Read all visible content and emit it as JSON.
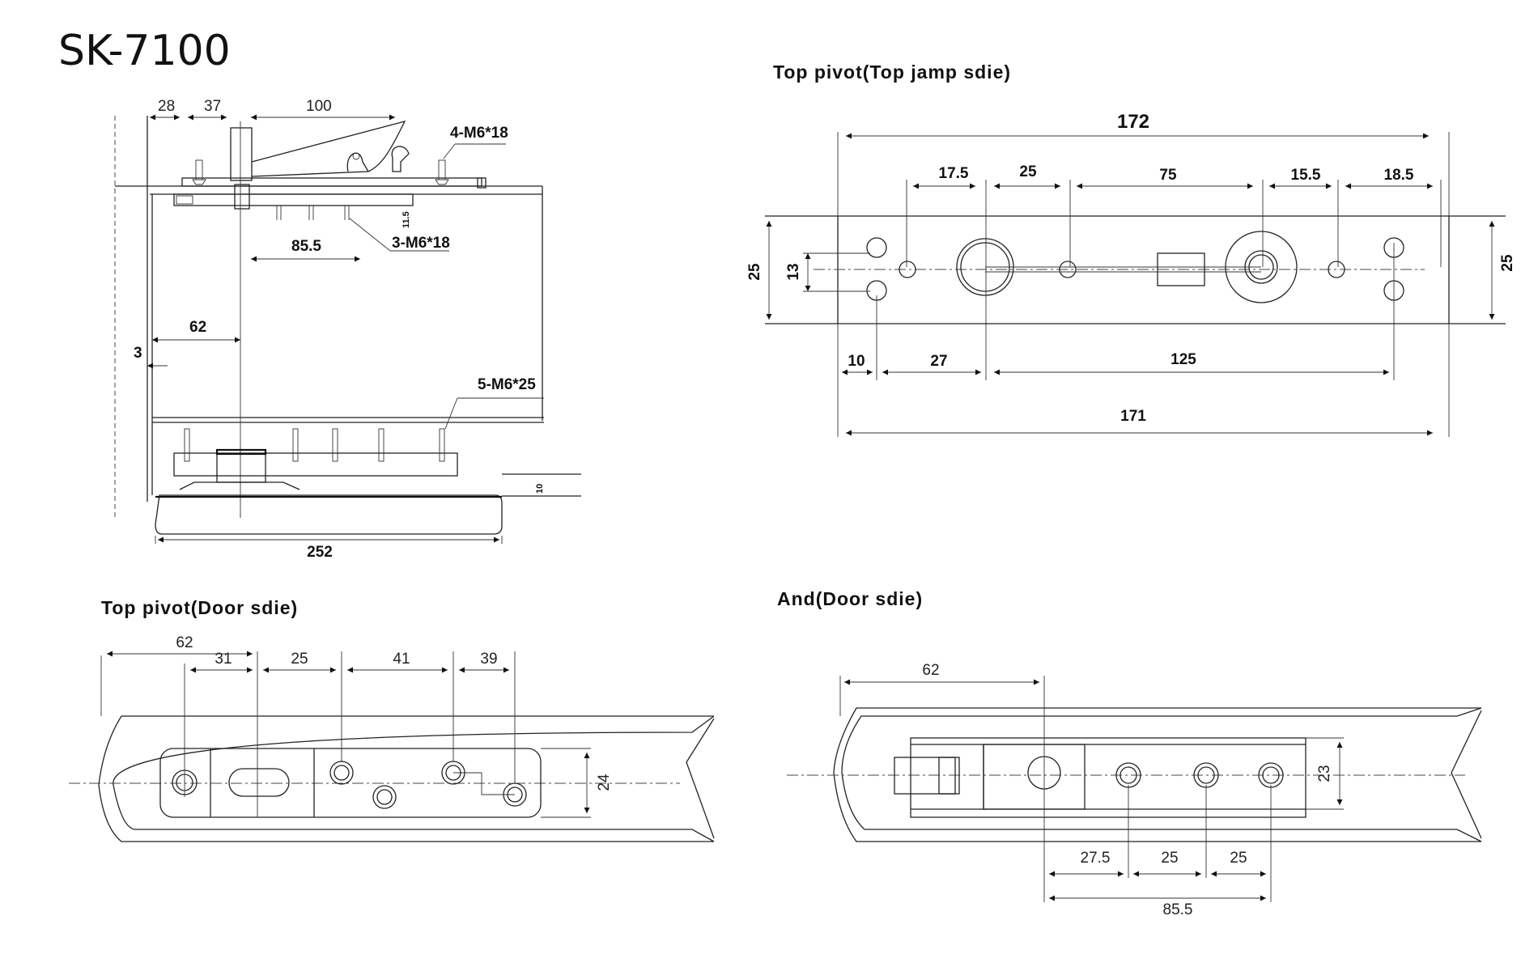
{
  "title": "SK-7100",
  "views": {
    "side": {
      "dims": [
        "28",
        "37",
        "100",
        "85.5",
        "11.5",
        "62",
        "3",
        "10",
        "252"
      ],
      "screws": [
        "4-M6*18",
        "3-M6*18",
        "5-M6*25"
      ]
    },
    "top_jamb": {
      "title": "Top pivot(Top jamp sdie)",
      "dims": [
        "172",
        "17.5",
        "25",
        "75",
        "15.5",
        "18.5",
        "25",
        "13",
        "25",
        "10",
        "27",
        "125",
        "171"
      ]
    },
    "door_top": {
      "title": "Top pivot(Door sdie)",
      "dims": [
        "62",
        "31",
        "25",
        "41",
        "39",
        "24"
      ]
    },
    "door_and": {
      "title": "And(Door sdie)",
      "dims": [
        "62",
        "23",
        "27.5",
        "25",
        "25",
        "85.5"
      ]
    }
  }
}
